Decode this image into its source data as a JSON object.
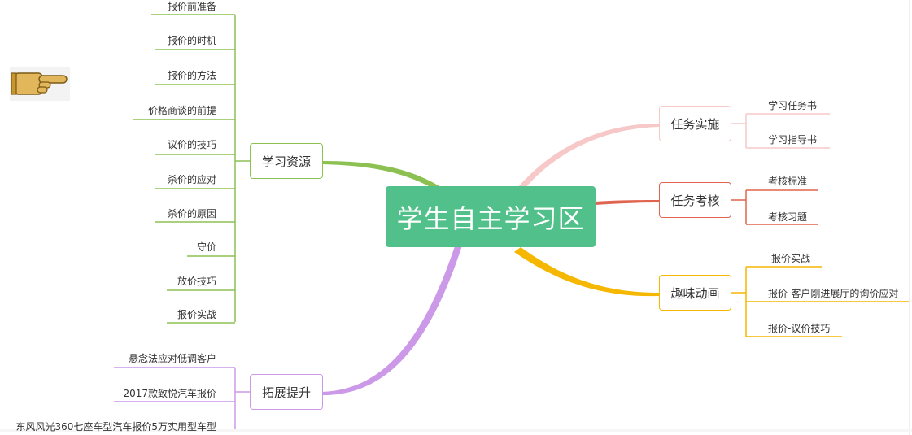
{
  "central": {
    "label": "学生自主学习区"
  },
  "branches": {
    "study_resources": {
      "label": "学习资源",
      "color": "#8cc152",
      "items": [
        "报价前准备",
        "报价的时机",
        "报价的方法",
        "价格商谈的前提",
        "议价的技巧",
        "杀价的应对",
        "杀价的原因",
        "守价",
        "放价技巧",
        "报价实战"
      ]
    },
    "extension": {
      "label": "拓展提升",
      "color": "#cc99e8",
      "items": [
        "悬念法应对低调客户",
        "2017款致悦汽车报价",
        "东风风光360七座车型汽车报价5万实用型车型"
      ]
    },
    "task_implementation": {
      "label": "任务实施",
      "color": "#f7b8b8",
      "items": [
        "学习任务书",
        "学习指导书"
      ]
    },
    "task_assessment": {
      "label": "任务考核",
      "color": "#e0644f",
      "items": [
        "考核标准",
        "考核习题"
      ]
    },
    "fun_animation": {
      "label": "趣味动画",
      "color": "#f5b700",
      "items": [
        "报价实战",
        "报价-客户刚进展厅的询价应对",
        "报价-议价技巧"
      ]
    }
  },
  "icons": {
    "pointer": "pointing-hand-icon"
  }
}
